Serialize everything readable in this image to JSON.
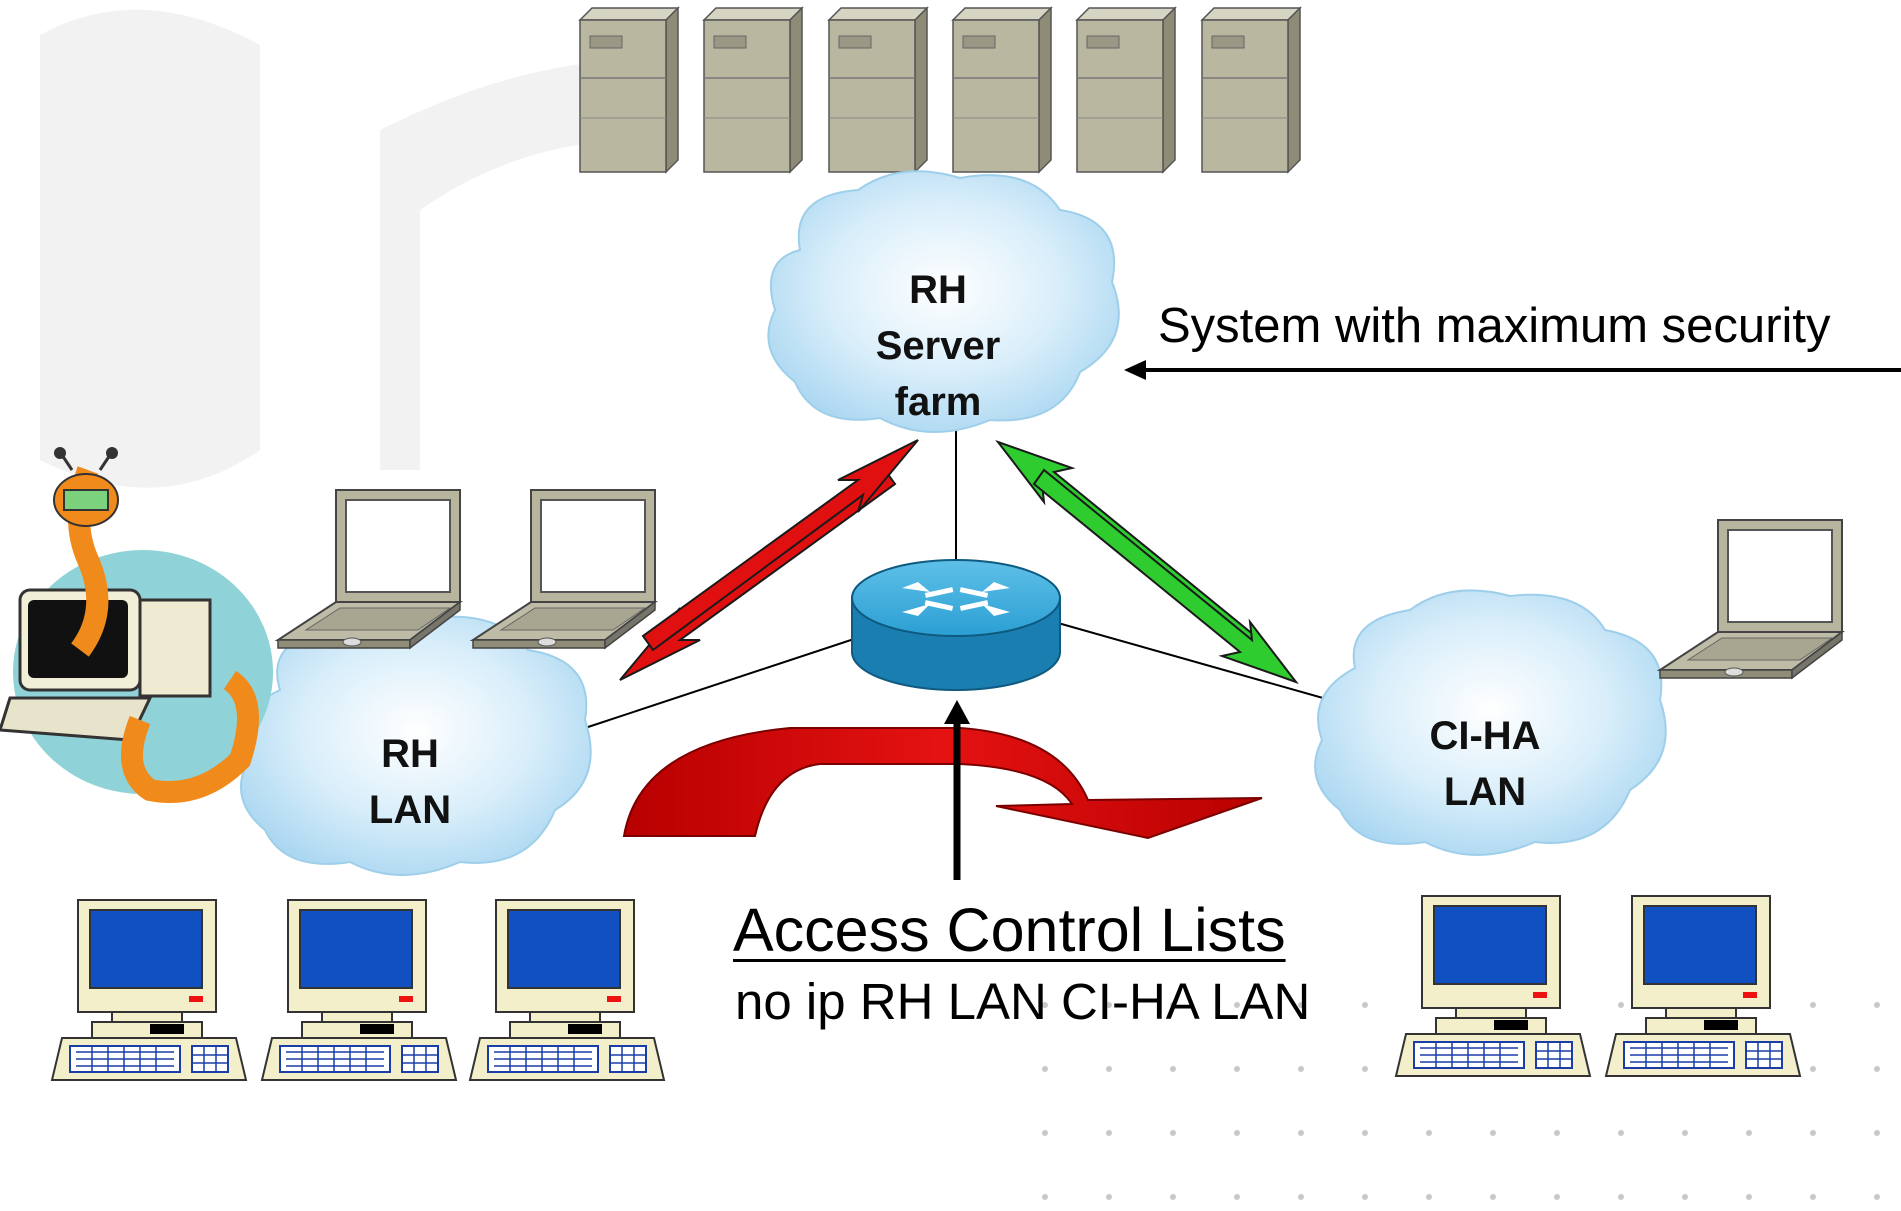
{
  "clouds": {
    "server_farm": [
      "RH",
      "Server",
      "farm"
    ],
    "rh_lan": [
      "RH",
      "LAN"
    ],
    "ciha_lan": [
      "CI-HA",
      "LAN"
    ]
  },
  "callout": "System with maximum security",
  "acl": {
    "title": "Access Control Lists",
    "rule": "no ip RH LAN CI-HA LAN"
  },
  "devices": {
    "servers": 6,
    "laptops": 3,
    "desktops": 5,
    "routers": 1
  },
  "colors": {
    "cloud": "#bfe2f6",
    "red_arrow": "#e01010",
    "green_arrow": "#2fcc2f",
    "flow_arrow": "#d40808",
    "router": "#1a93c4",
    "monitor_screen": "#1050c0",
    "server_body": "#b9b7a0"
  },
  "icons": [
    "server-icon",
    "laptop-icon",
    "desktop-icon",
    "router-icon",
    "cloud-icon",
    "worm-virus-icon"
  ]
}
